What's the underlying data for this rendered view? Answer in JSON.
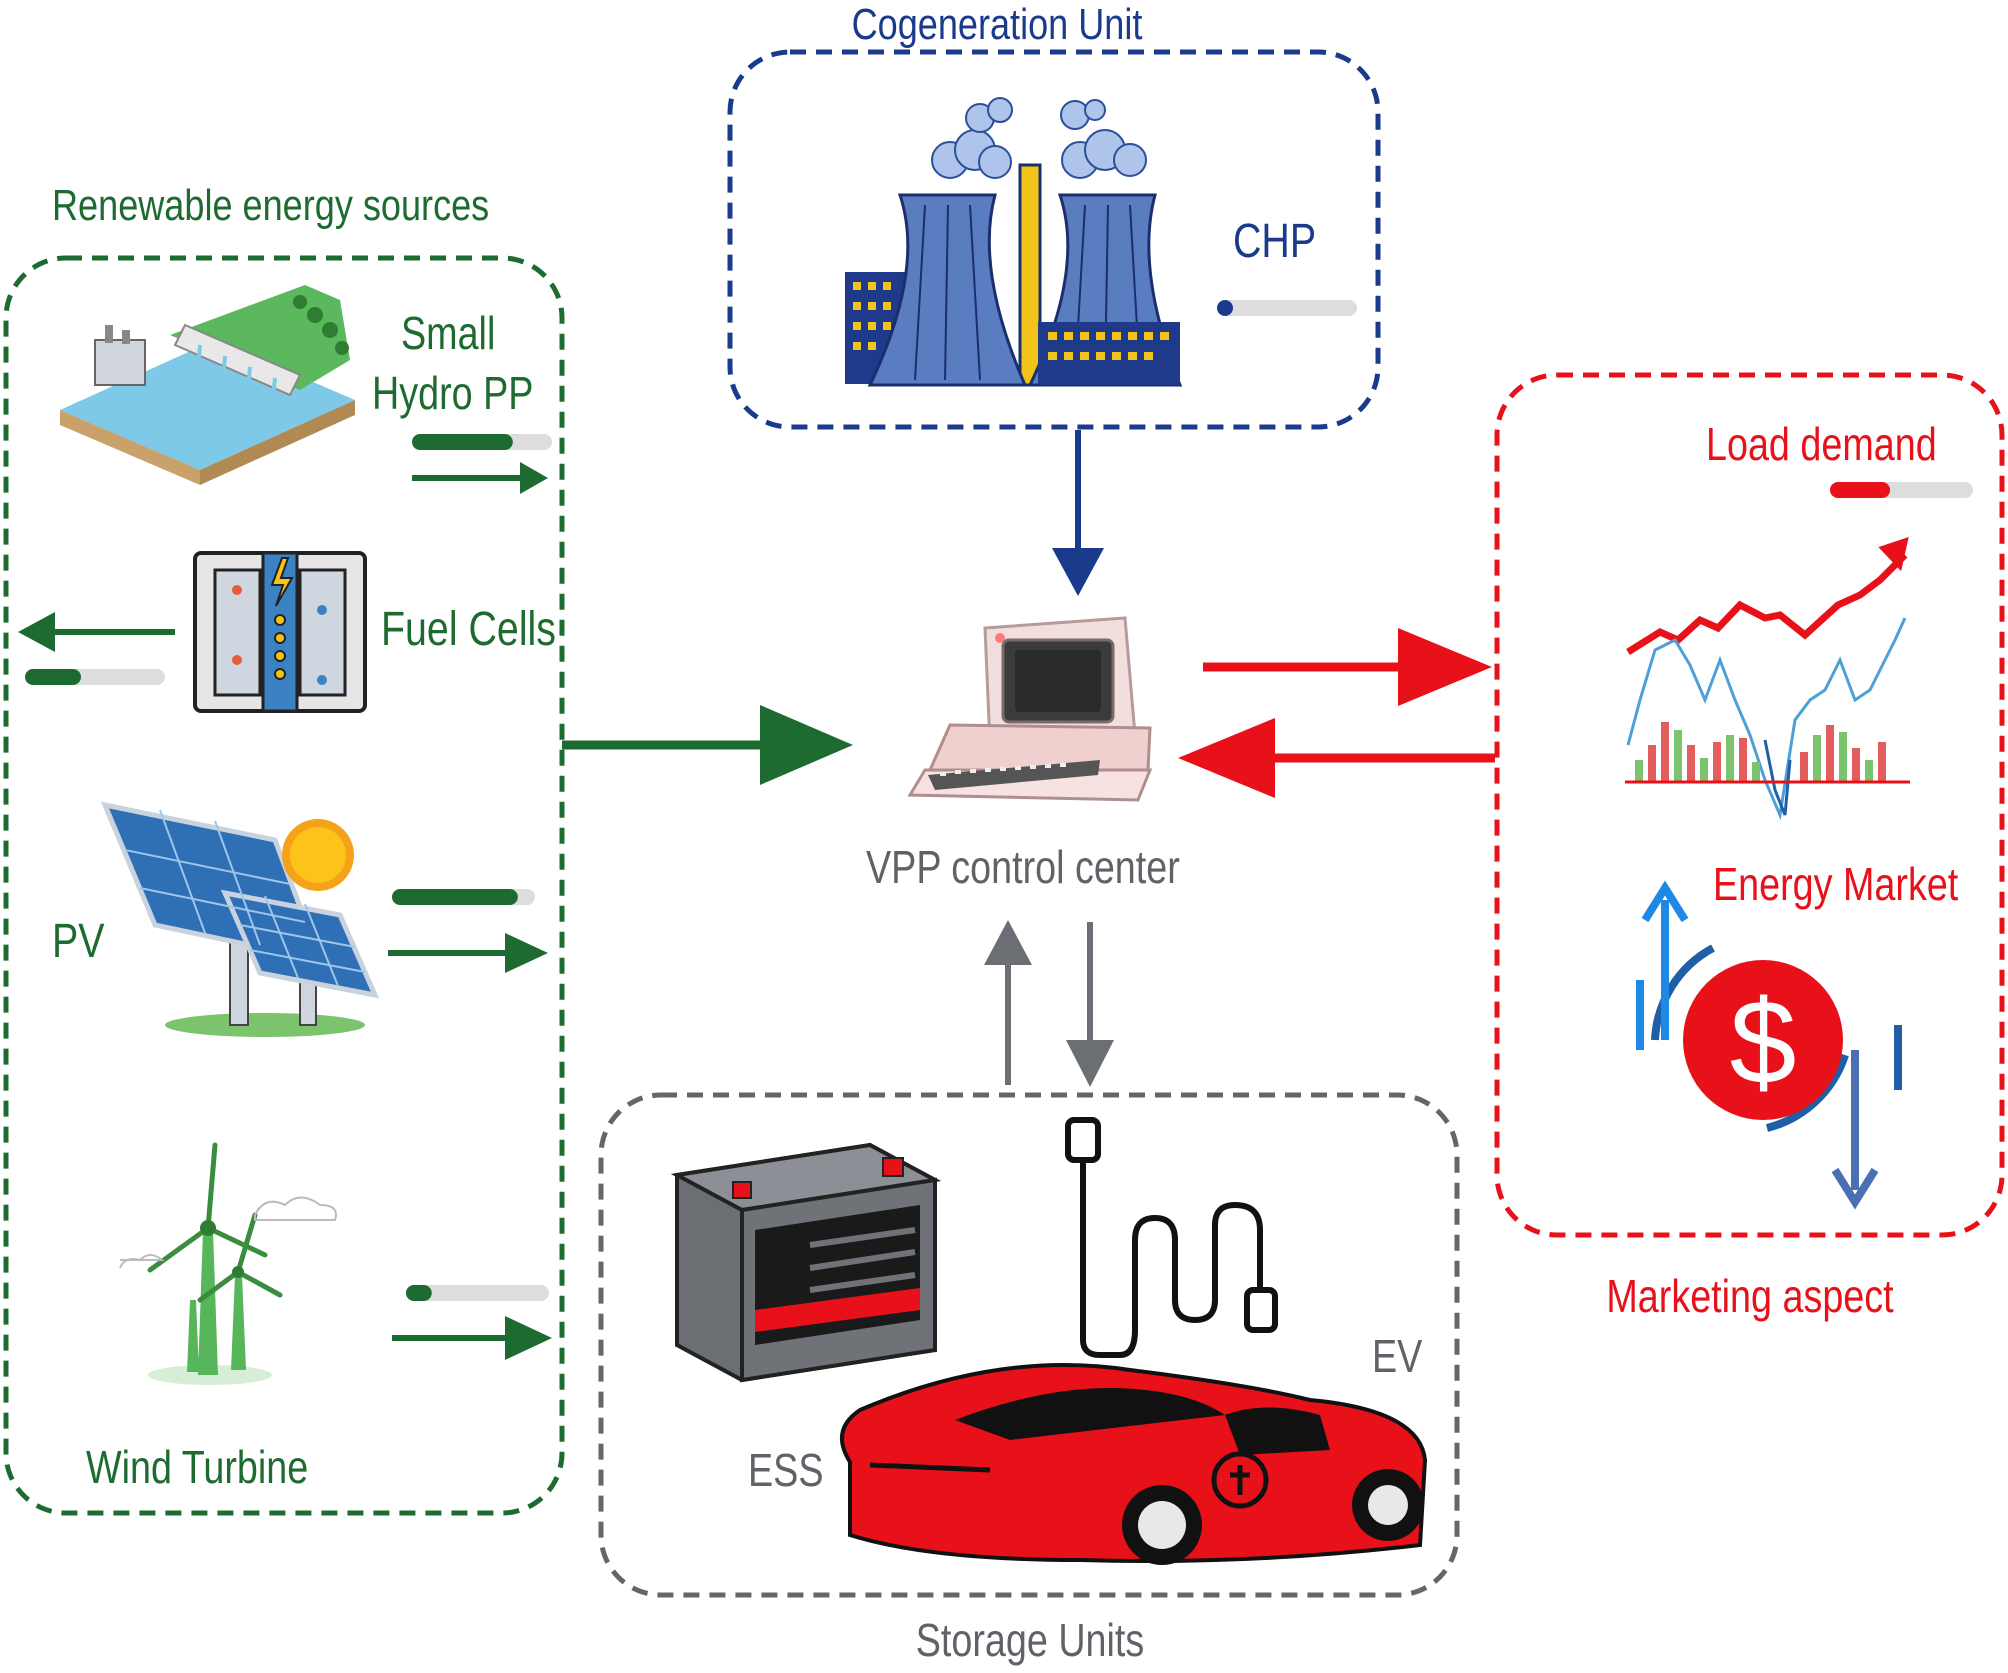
{
  "colors": {
    "green": "#1e6b32",
    "navy": "#1a3b8c",
    "red": "#e8111a",
    "gray": "#5f6368",
    "bar_track": "#dddddd"
  },
  "groups": {
    "cogeneration": {
      "title": "Cogeneration Unit",
      "color": "navy"
    },
    "renewable": {
      "title": "Renewable energy sources",
      "color": "green"
    },
    "storage": {
      "title": "Storage Units",
      "color": "gray"
    },
    "marketing": {
      "title": "Marketing aspect",
      "color": "red"
    }
  },
  "nodes": {
    "chp": {
      "label": "CHP",
      "icon": "power-plant-icon",
      "level": 0.06
    },
    "hydro": {
      "label_line1": "Small",
      "label_line2": "Hydro PP",
      "icon": "hydro-dam-icon",
      "level": 0.72
    },
    "fuel_cells": {
      "label": "Fuel Cells",
      "icon": "fuel-cell-icon",
      "level": 0.4
    },
    "pv": {
      "label": "PV",
      "icon": "solar-panel-icon",
      "level": 0.88
    },
    "wind": {
      "label": "Wind Turbine",
      "icon": "wind-turbine-icon",
      "level": 0.18
    },
    "vpp": {
      "label": "VPP control center",
      "icon": "computer-icon"
    },
    "ess": {
      "label": "ESS",
      "icon": "battery-icon"
    },
    "ev": {
      "label": "EV",
      "icon": "electric-car-icon"
    },
    "load_demand": {
      "label": "Load demand",
      "icon": "stock-chart-icon",
      "level": 0.42
    },
    "energy_market": {
      "label": "Energy Market",
      "icon": "dollar-exchange-icon"
    }
  }
}
